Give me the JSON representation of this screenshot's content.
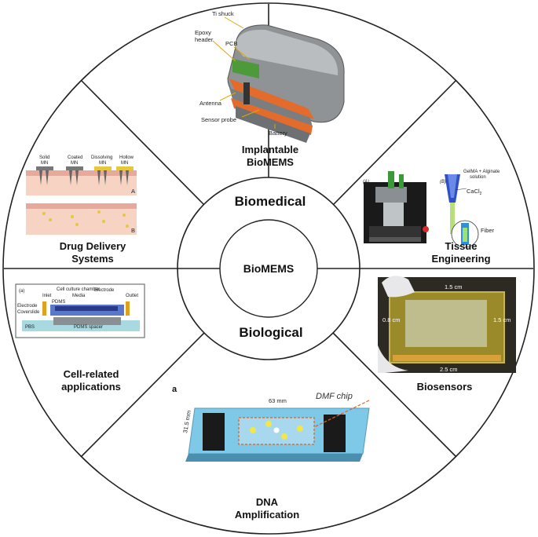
{
  "center": {
    "label": "BioMEMS"
  },
  "ring": {
    "upper": "Biomedical",
    "lower": "Biological"
  },
  "segments": {
    "implantable": {
      "title_line1": "Implantable",
      "title_line2": "BioMEMS",
      "labels": {
        "ti_shuck": "Ti shuck",
        "epoxy": "Epoxy",
        "header": "header",
        "pcb": "PCB",
        "antenna": "Antenna",
        "sensor_probe": "Sensor probe",
        "battery": "Battery"
      }
    },
    "tissue": {
      "title_line1": "Tissue",
      "title_line2": "Engineering",
      "labels": {
        "panel_a": "(A)",
        "panel_b": "(B)",
        "gelma": "GelMA + Alginate",
        "solution": "solution",
        "cacl2": "CaCl",
        "cacl2_sub": "2",
        "fiber": "Fiber"
      }
    },
    "biosensors": {
      "title": "Biosensors",
      "labels": {
        "top": "1.5 cm",
        "left": "0.8 cm",
        "right": "1.5 cm",
        "bottom": "2.5 cm"
      }
    },
    "dna": {
      "title_line1": "DNA",
      "title_line2": "Amplification",
      "labels": {
        "panel": "a",
        "width": "63 mm",
        "height": "31.5 mm",
        "chip": "DMF chip"
      }
    },
    "cell": {
      "title_line1": "Cell-related",
      "title_line2": "applications",
      "labels": {
        "panel": "(a)",
        "inlet": "Inlet",
        "chamber": "Cell culture chamber",
        "media": "Media",
        "electrode_top": "Electrode",
        "outlet": "Outlet",
        "pdms": "PDMS",
        "electrode": "Electrode",
        "coverslide": "Coverslide",
        "pbs": "PBS",
        "spacer": "PDMS spacer"
      }
    },
    "drug": {
      "title_line1": "Drug Delivery",
      "title_line2": "Systems",
      "labels": {
        "solid": "Solid",
        "coated": "Coated",
        "dissolving": "Dissolving",
        "hollow": "Hollow",
        "mn": "MN",
        "a": "A",
        "b": "B"
      }
    }
  }
}
